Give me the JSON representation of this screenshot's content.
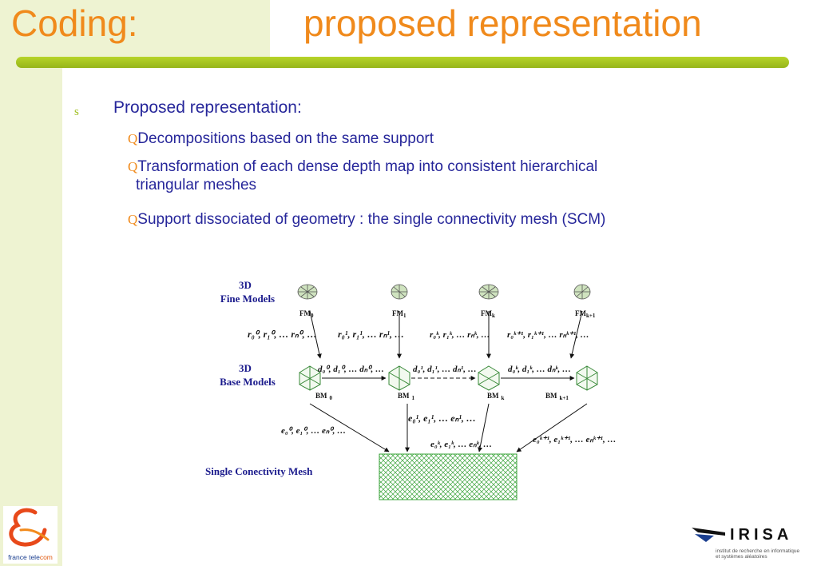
{
  "title": {
    "left": "Coding:",
    "right": "proposed representation"
  },
  "bullet_l1": {
    "marker": "s",
    "text": "Proposed representation:"
  },
  "sub_bullets": [
    {
      "marker": "Q",
      "text": "Decompositions based on the same support"
    },
    {
      "marker": "Q",
      "text": "Transformation of each dense depth map into consistent hierarchical",
      "continuation": "triangular meshes"
    },
    {
      "marker": "Q",
      "text": "Support dissociated of geometry : the single connectivity mesh (SCM)"
    }
  ],
  "figure": {
    "fine_label": [
      "3D",
      "Fine Models"
    ],
    "base_label": [
      "3D",
      "Base Models"
    ],
    "scm_label": "Single Conectivity Mesh",
    "fm_labels": [
      "FM",
      "FM",
      "FM",
      "FM"
    ],
    "fm_subs": [
      "0",
      "1",
      "k",
      "k+1"
    ],
    "bm_labels": [
      "BM",
      "BM",
      "BM",
      "BM"
    ],
    "bm_subs": [
      "0",
      "1",
      "k",
      "k+1"
    ],
    "r_sets": [
      "r₀⁰, r₁⁰, … rₙ⁰, …",
      "r₀¹, r₁¹, … rₙ¹, …",
      "r₀ᵏ, r₁ᵏ, … rₙᵏ, …",
      "r₀ᵏ⁺¹, r₁ᵏ⁺¹, … rₙᵏ⁺¹, …"
    ],
    "d_sets": [
      "d₀⁰, d₁⁰, … dₙ⁰, …",
      "d₀¹, d₁¹, … dₙ¹, …",
      "d₀ᵏ, d₁ᵏ, … dₙᵏ, …"
    ],
    "e_sets": [
      "e₀⁰, e₁⁰, … eₙ⁰, …",
      "e₀¹, e₁¹, … eₙ¹, …",
      "e₀ᵏ, e₁ᵏ, … eₙᵏ, …",
      "e₀ᵏ⁺¹, e₁ᵏ⁺¹, … eₙᵏ⁺¹, …"
    ]
  },
  "logo_left": {
    "text_main": "france tele",
    "text_accent": "com"
  },
  "logo_right": {
    "name": "IRISA",
    "line1": "institut de recherche en informatique",
    "line2": "et systèmes aléatoires"
  },
  "colors": {
    "accent_orange": "#f08a1c",
    "accent_green": "#a8c523",
    "body_text": "#26269a",
    "figure_label": "#1a1a8c"
  }
}
